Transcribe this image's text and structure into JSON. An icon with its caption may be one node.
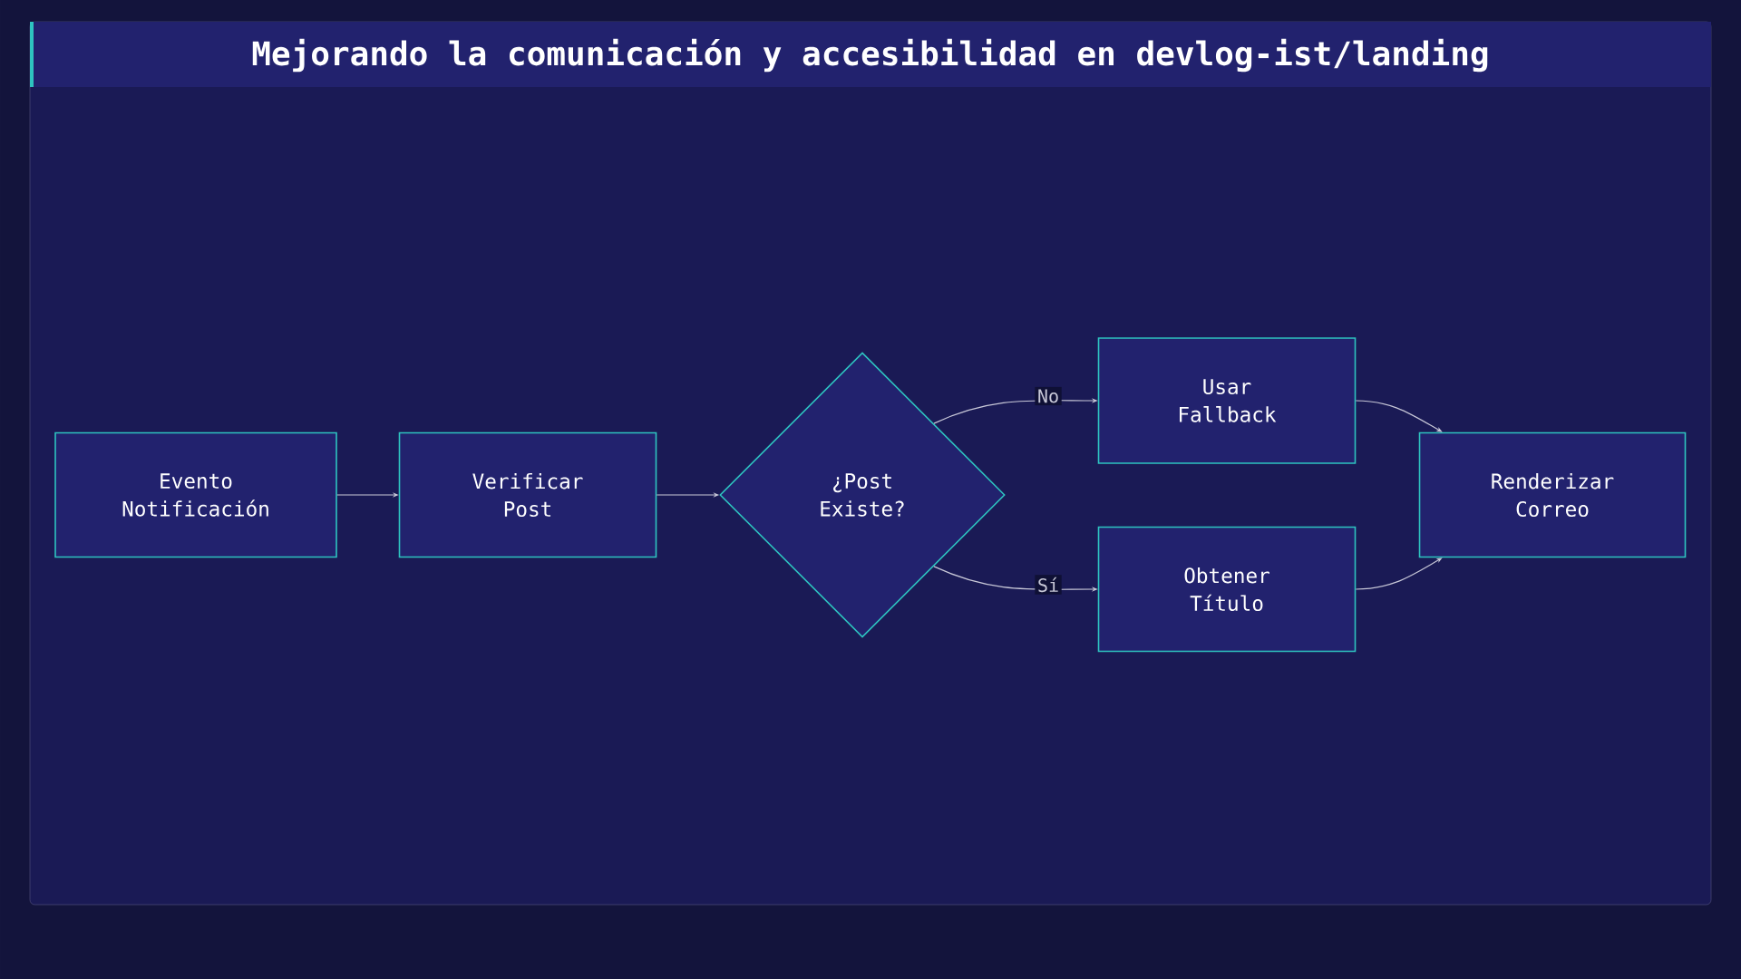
{
  "diagram": {
    "title": "Mejorando la comunicación y accesibilidad en devlog-ist/landing",
    "nodes": [
      {
        "text": [
          "Evento Notificación"
        ]
      },
      {
        "text": [
          "Verificar Post"
        ]
      },
      {
        "text": [
          "¿Post Existe?"
        ]
      },
      {
        "text": [
          "Usar Fallback"
        ]
      },
      {
        "text": [
          "Obtener Título"
        ]
      },
      {
        "text": [
          "Renderizar Correo"
        ]
      }
    ],
    "edges": [
      {
        "from": 0,
        "to": 1,
        "arrow": "to"
      },
      {
        "from": 1,
        "to": 2,
        "arrow": "to"
      },
      {
        "from": 2,
        "to": 3,
        "arrow": "to",
        "label": "No"
      },
      {
        "from": 2,
        "to": 4,
        "arrow": "to",
        "label": "Sí"
      },
      {
        "from": 3,
        "to": 5,
        "arrow": "to"
      },
      {
        "from": 4,
        "to": 5,
        "arrow": "to"
      }
    ]
  }
}
